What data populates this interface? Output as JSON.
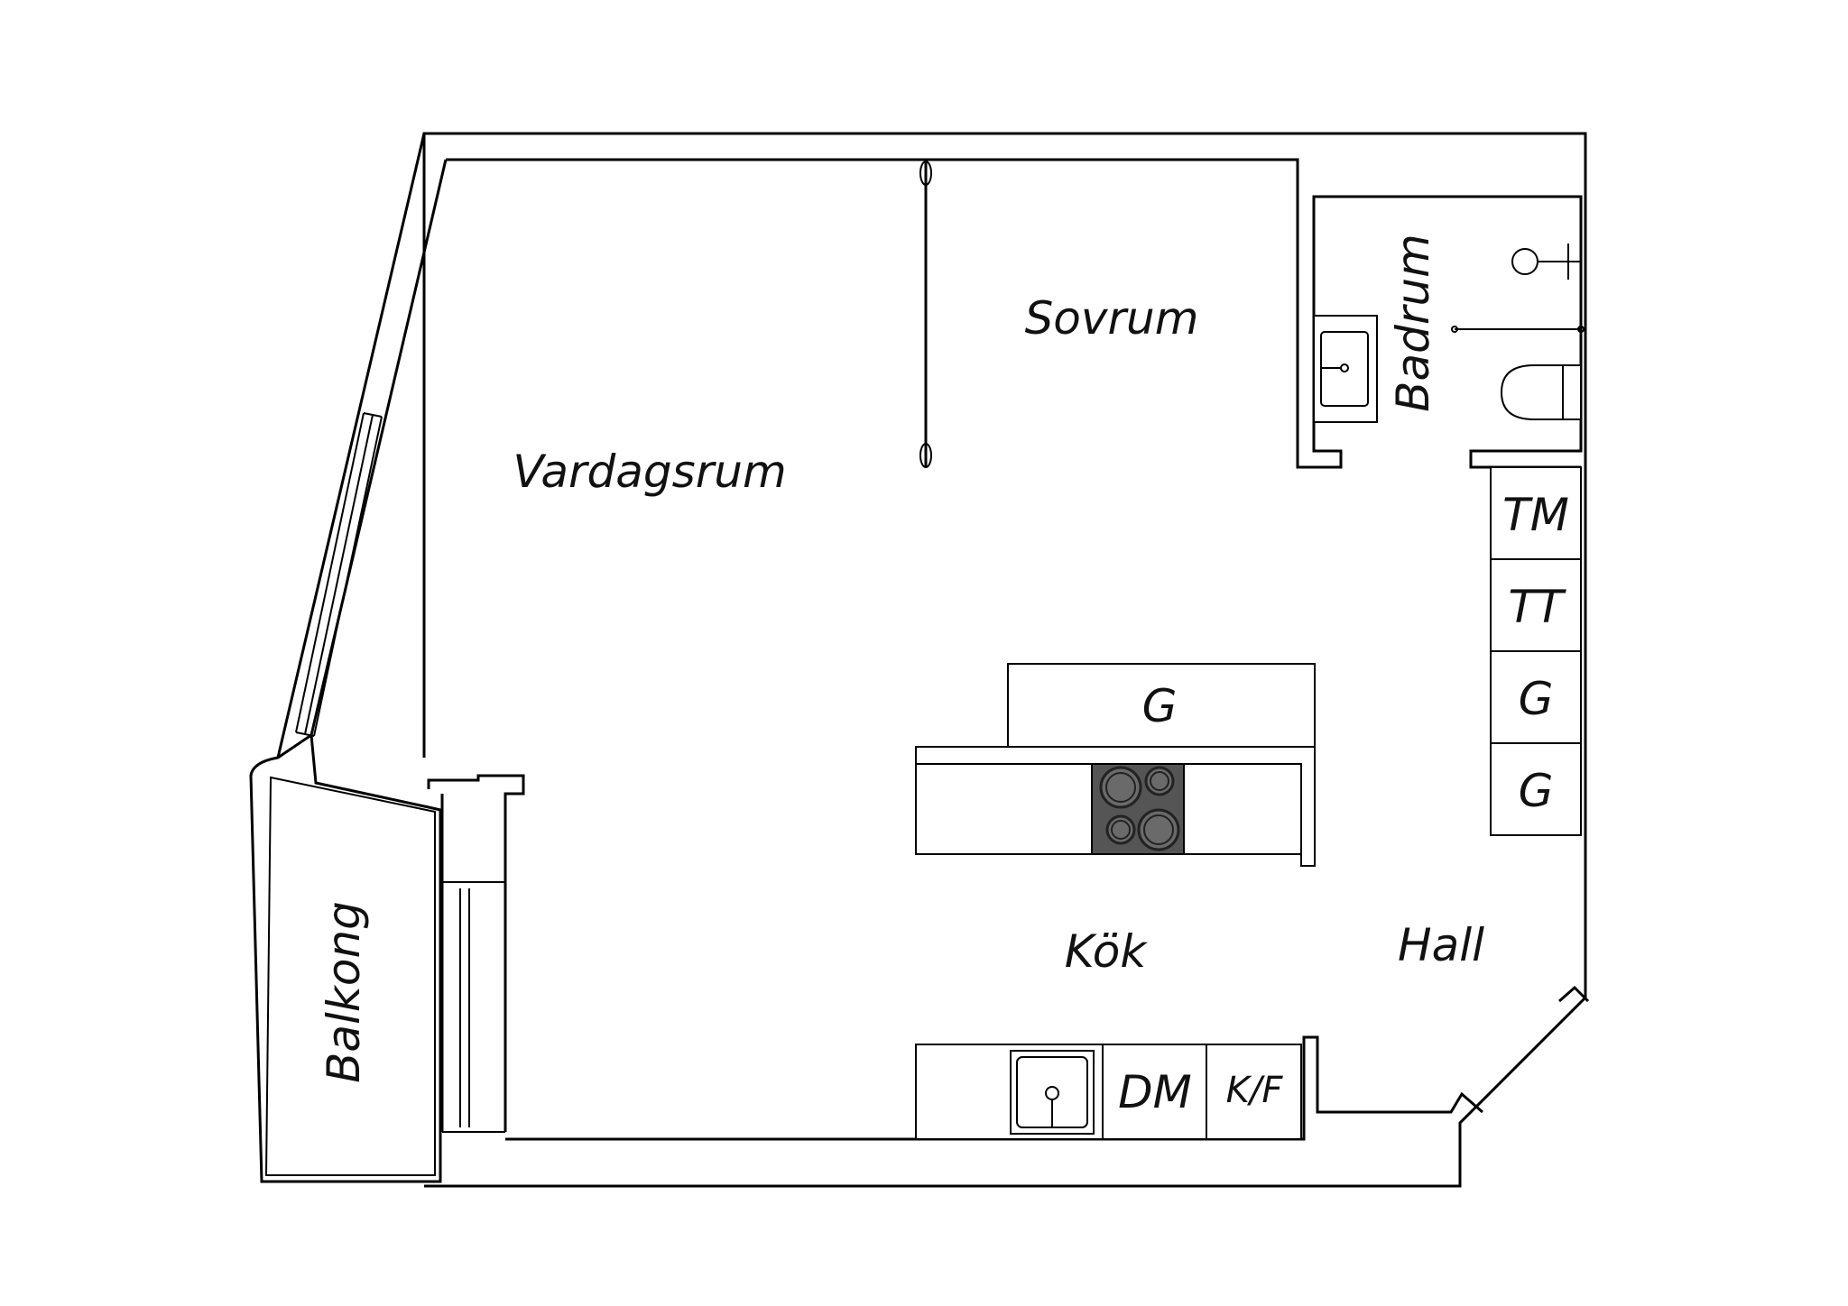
{
  "rooms": {
    "living": "Vardagsrum",
    "bedroom": "Sovrum",
    "bathroom": "Badrum",
    "kitchen": "Kök",
    "hall": "Hall",
    "balcony": "Balkong"
  },
  "appliances": {
    "washer": "TM",
    "dryer": "TT",
    "wardrobe_1": "G",
    "wardrobe_2": "G",
    "island_cabinet": "G",
    "dishwasher": "DM",
    "fridge_freezer": "K/F"
  },
  "colors": {
    "line": "#000000",
    "hob": "#555555",
    "background": "#ffffff"
  }
}
